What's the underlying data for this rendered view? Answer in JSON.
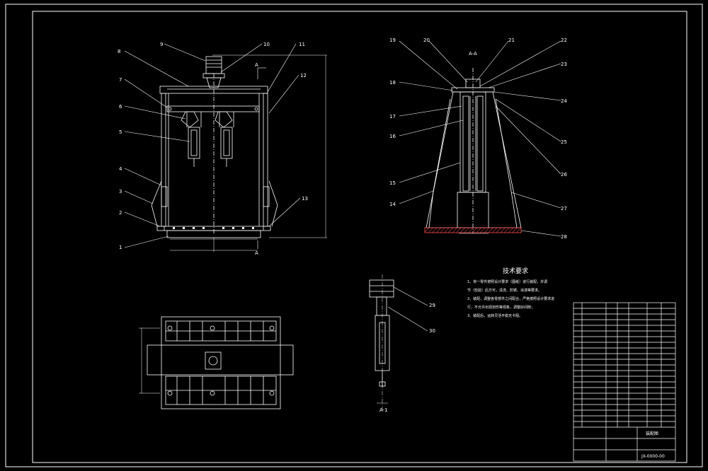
{
  "labels": [
    "1",
    "2",
    "3",
    "4",
    "5",
    "6",
    "7",
    "8",
    "9",
    "10",
    "11",
    "12",
    "13",
    "14",
    "15",
    "16",
    "17",
    "18",
    "19",
    "20",
    "21",
    "22",
    "23",
    "24",
    "25",
    "26",
    "27",
    "28",
    "29",
    "30"
  ],
  "section_mark": "A-A",
  "arrow_mark": "A",
  "detail_mark": "A-1",
  "tech": {
    "title": "技术要求",
    "lines": [
      "1、将一零件按照设计要求（图纸）进行装配，并调",
      "节（检验）后方可，清洗、防锈、涂漆等要求。",
      "2、装配，调整各零部件之间配合，严格按照设计要求进",
      "行，不允许出现划伤等现象，调整好间隙；",
      "3、装配后，运转灵活平稳无卡阻。"
    ]
  },
  "title_block": {
    "drawing_name": "装配图",
    "drawing_no": "JX-0000-00"
  },
  "colors": {
    "line": "#ffffff",
    "accent": "#ff4d4d"
  }
}
